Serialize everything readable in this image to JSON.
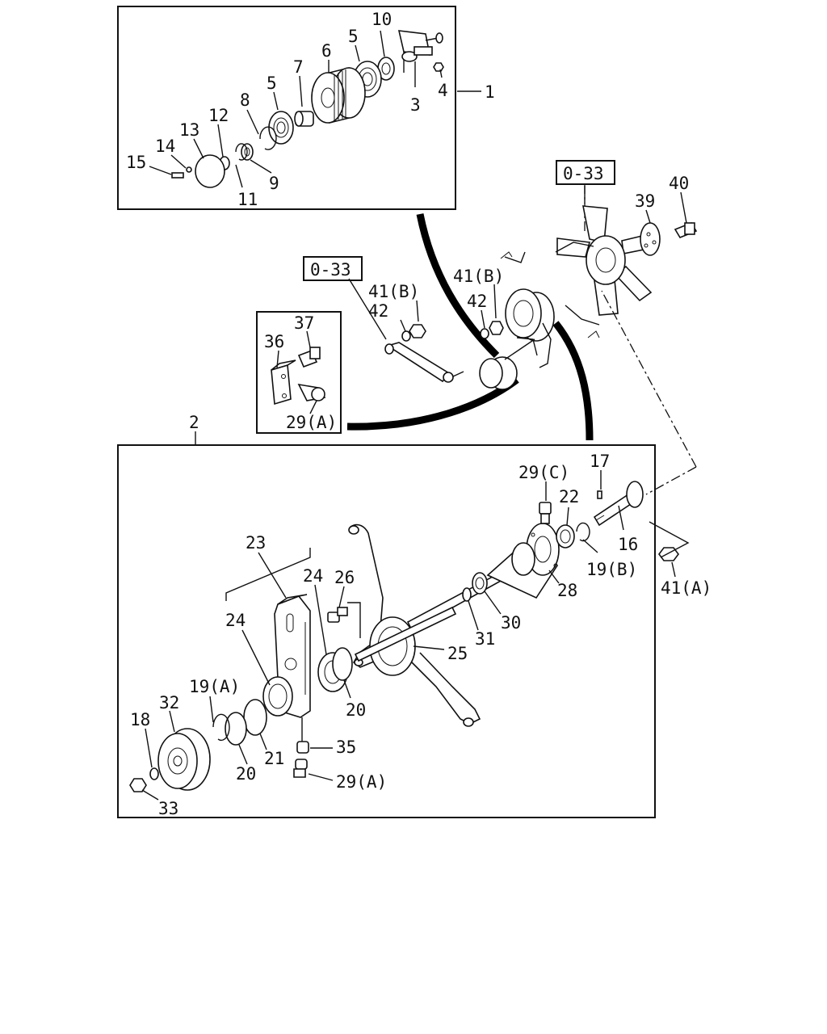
{
  "labels": {
    "l1": "1",
    "l2": "2",
    "l3": "3",
    "l4": "4",
    "l5a": "5",
    "l5b": "5",
    "l6": "6",
    "l7": "7",
    "l8": "8",
    "l9": "9",
    "l10": "10",
    "l11": "11",
    "l12": "12",
    "l13": "13",
    "l14": "14",
    "l15": "15",
    "l16": "16",
    "l17": "17",
    "l18": "18",
    "l19a": "19(A)",
    "l19b": "19(B)",
    "l20a": "20",
    "l20b": "20",
    "l21": "21",
    "l22": "22",
    "l23": "23",
    "l24a": "24",
    "l24b": "24",
    "l25": "25",
    "l26": "26",
    "l28": "28",
    "l29a": "29(A)",
    "l29a2": "29(A)",
    "l29c": "29(C)",
    "l30": "30",
    "l31": "31",
    "l32": "32",
    "l33": "33",
    "l35": "35",
    "l36": "36",
    "l37": "37",
    "l39": "39",
    "l40": "40",
    "l41a": "41(A)",
    "l41b1": "41(B)",
    "l41b2": "41(B)",
    "l42a": "42",
    "l42b": "42",
    "ref1": "0-33",
    "ref2": "0-33"
  }
}
